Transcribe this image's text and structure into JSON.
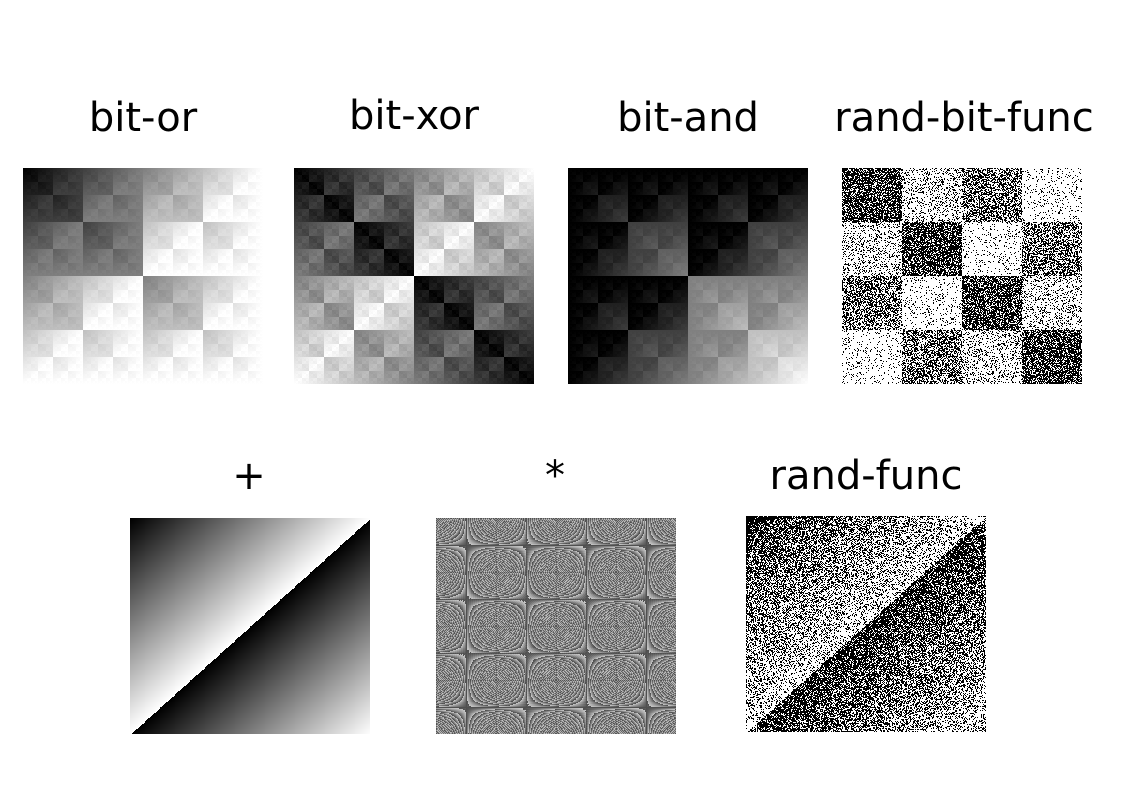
{
  "panels": [
    {
      "id": "bit-or",
      "title": "bit-or",
      "func": "or"
    },
    {
      "id": "bit-xor",
      "title": "bit-xor",
      "func": "xor"
    },
    {
      "id": "bit-and",
      "title": "bit-and",
      "func": "and"
    },
    {
      "id": "rand-bit-func",
      "title": "rand-bit-func",
      "func": "randbit"
    },
    {
      "id": "plus",
      "title": "+",
      "func": "add"
    },
    {
      "id": "times",
      "title": "*",
      "func": "mul"
    },
    {
      "id": "rand-func",
      "title": "rand-func",
      "func": "randfunc"
    }
  ]
}
